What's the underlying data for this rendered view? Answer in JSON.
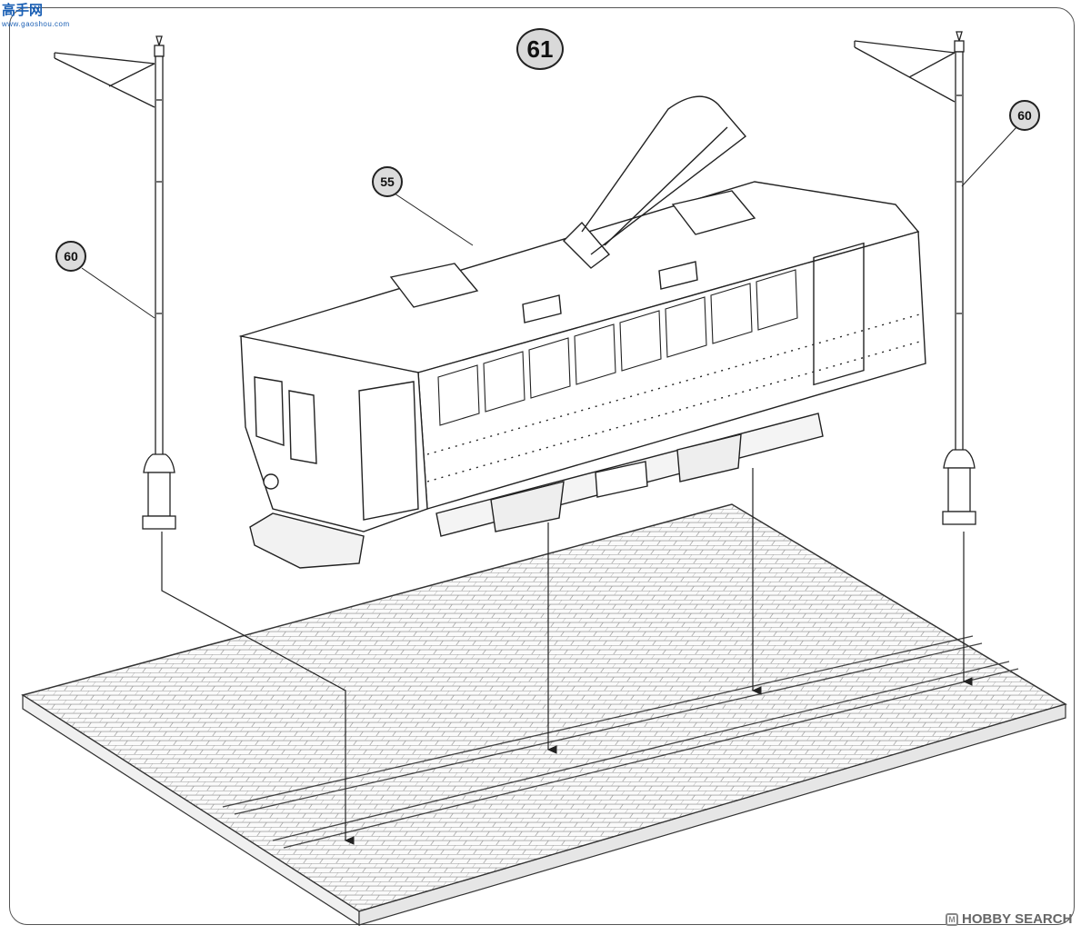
{
  "step": {
    "number": "61"
  },
  "callouts": {
    "tram_body": "55",
    "lamp_post_left": "60",
    "lamp_post_right": "60"
  },
  "watermarks": {
    "top_left": "高手网",
    "top_left_sub": "www.gaoshou.com",
    "bottom_right": "HOBBY SEARCH",
    "bottom_right_mark": "M"
  },
  "colors": {
    "line": "#222222",
    "badge_fill": "#d9d9d9",
    "watermark_blue": "#1a5fb4"
  }
}
